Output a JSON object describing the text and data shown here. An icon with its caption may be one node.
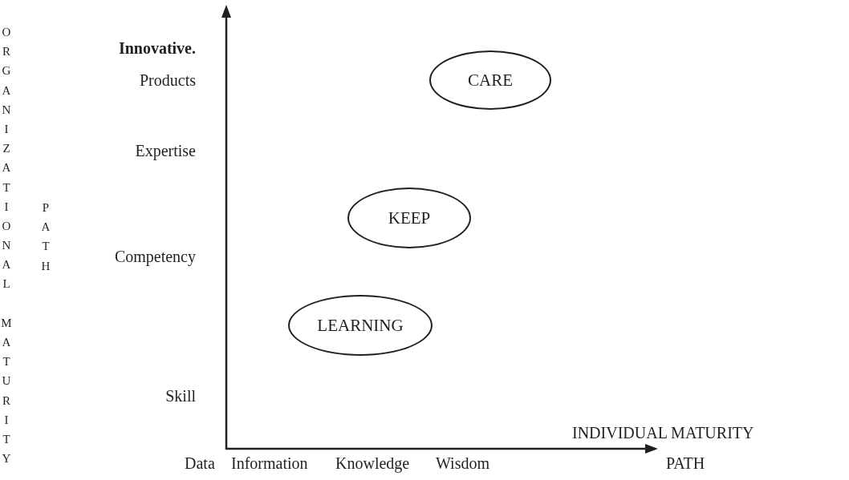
{
  "diagram": {
    "nodes": [
      {
        "text": [
          "CARE"
        ]
      },
      {
        "text": [
          "KEEP"
        ]
      },
      {
        "text": [
          "LEARNING"
        ]
      }
    ],
    "labels": [
      "ORGANIZATIONAL MATURITY",
      "Innovative.",
      "Products",
      "Expertise",
      "PATH",
      "Competency",
      "Skill",
      "INDIVIDUAL MATURITY",
      "Data",
      "Information",
      "Knowledge",
      "Wisdom",
      "PATH"
    ]
  }
}
